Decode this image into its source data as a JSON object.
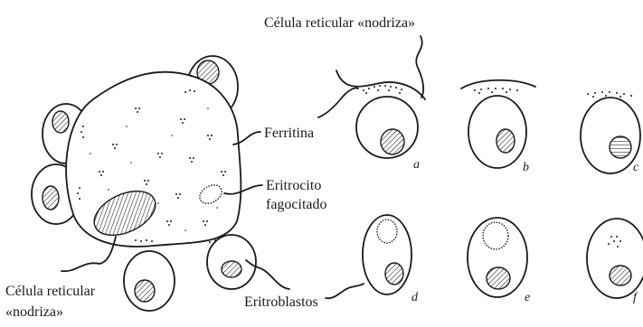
{
  "labels": {
    "nurse_cell_top": "Célula reticular «nodriza»",
    "ferritin": "Ferritina",
    "phagocytosed_line1": "Eritrocito",
    "phagocytosed_line2": "fagocitado",
    "nurse_cell_bottom_line1": "Célula reticular",
    "nurse_cell_bottom_line2": "«nodriza»",
    "erythroblasts": "Eritroblastos"
  },
  "panels": [
    "a",
    "b",
    "c",
    "d",
    "e",
    "f"
  ],
  "colors": {
    "ink": "#1a1a1a",
    "background": "#ffffff"
  }
}
